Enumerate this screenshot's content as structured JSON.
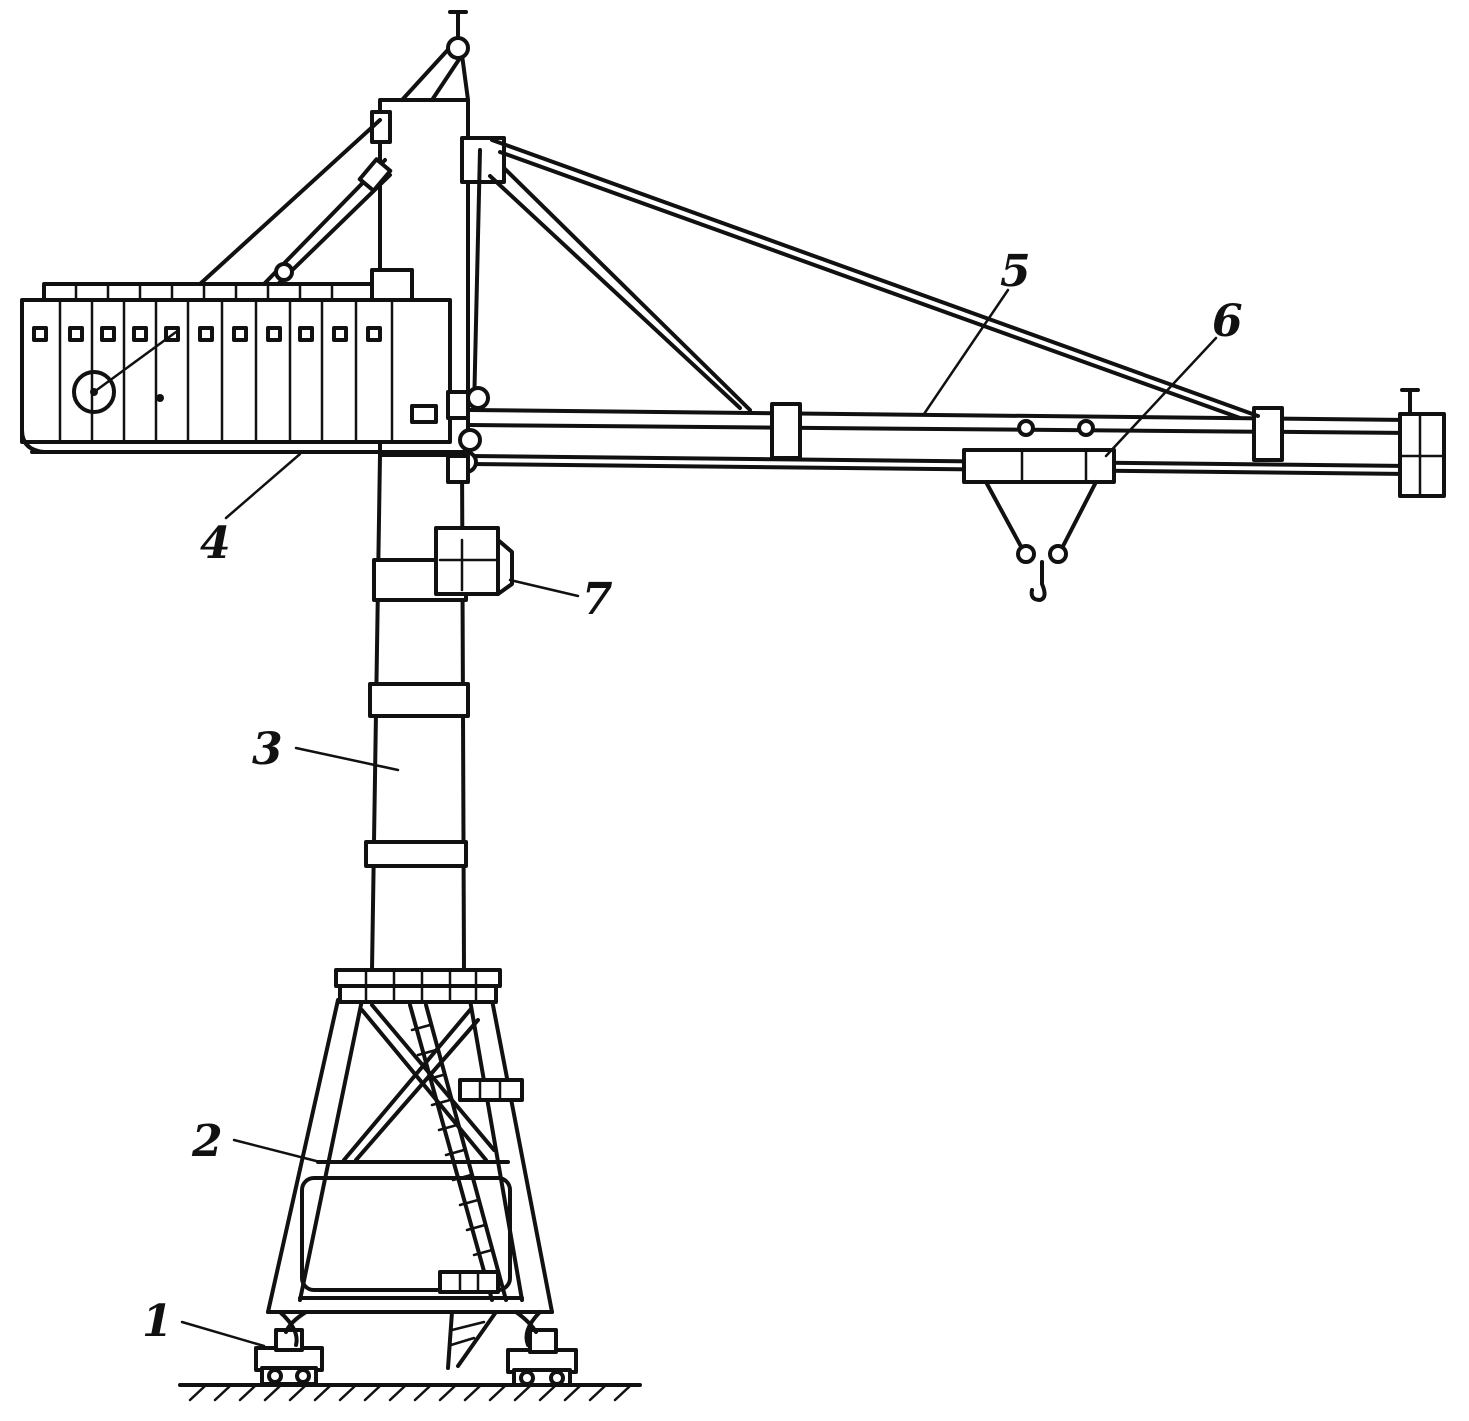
{
  "colors": {
    "ink": "#111111",
    "paper": "#ffffff"
  },
  "callouts": [
    {
      "number": "1"
    },
    {
      "number": "2"
    },
    {
      "number": "3"
    },
    {
      "number": "4"
    },
    {
      "number": "5"
    },
    {
      "number": "6"
    },
    {
      "number": "7"
    }
  ]
}
